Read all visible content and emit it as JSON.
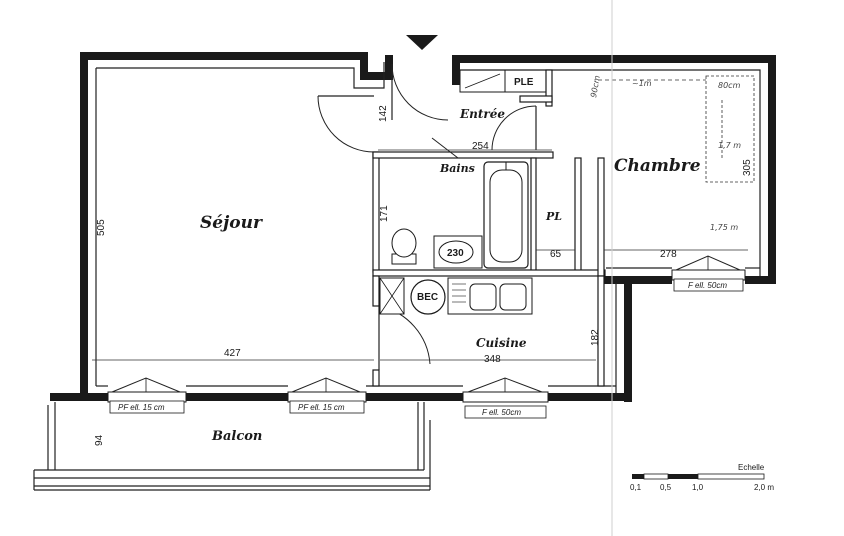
{
  "rooms": {
    "sejour": "Séjour",
    "chambre": "Chambre",
    "entree": "Entrée",
    "bains": "Bains",
    "cuisine": "Cuisine",
    "balcon": "Balcon",
    "pl": "PL",
    "ple": "PLE"
  },
  "fixtures": {
    "bec": "BEC",
    "washbasin": "230"
  },
  "dimensions": {
    "sejour_height": "505",
    "sejour_width": "427",
    "entree_142": "142",
    "bains_width": "254",
    "bains_height": "171",
    "pl_65": "65",
    "chambre_width": "278",
    "chambre_height": "305",
    "cuisine_height": "182",
    "cuisine_width": "348",
    "balcon_depth": "94"
  },
  "windows": {
    "pf1": "PF ell. 15 cm",
    "pf2": "PF ell. 15 cm",
    "f_cuisine": "F ell. 50cm",
    "f_chambre": "F ell. 50cm"
  },
  "handwritten": {
    "n1": "90cm",
    "n2": "~1m",
    "n3": "80cm",
    "n4": "1,7 m",
    "n5": "1,75 m"
  },
  "scale": {
    "title": "Echelle",
    "ticks": [
      "0,1",
      "0,5",
      "1,0",
      "2,0 m"
    ]
  },
  "colors": {
    "ink": "#1a1a1a",
    "paper": "#ffffff"
  }
}
